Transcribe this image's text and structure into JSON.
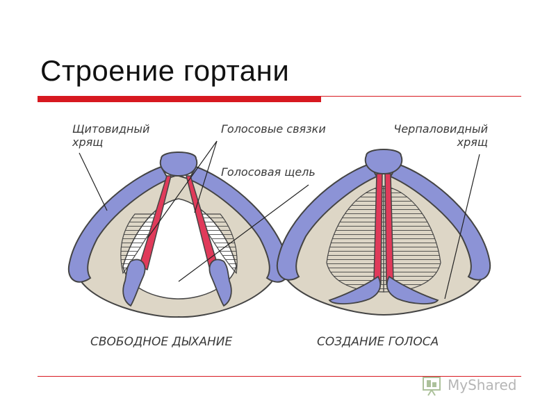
{
  "title": "Строение гортани",
  "labels": {
    "thyroid": [
      "Щитовидный",
      "хрящ"
    ],
    "vocal_cords": "Голосовые связки",
    "glottis": "Голосовая щель",
    "arytenoid": [
      "Черпаловидный",
      "хрящ"
    ]
  },
  "captions": {
    "left": "СВОБОДНОЕ ДЫХАНИЕ",
    "right": "СОЗДАНИЕ ГОЛОСА"
  },
  "watermark": "MyShared",
  "colors": {
    "accent": "#d71920",
    "cartilage": "#8c93d6",
    "tissue": "#ddd6c6",
    "cord": "#e03a5a"
  },
  "icons": [
    "myshared-logo-icon"
  ]
}
